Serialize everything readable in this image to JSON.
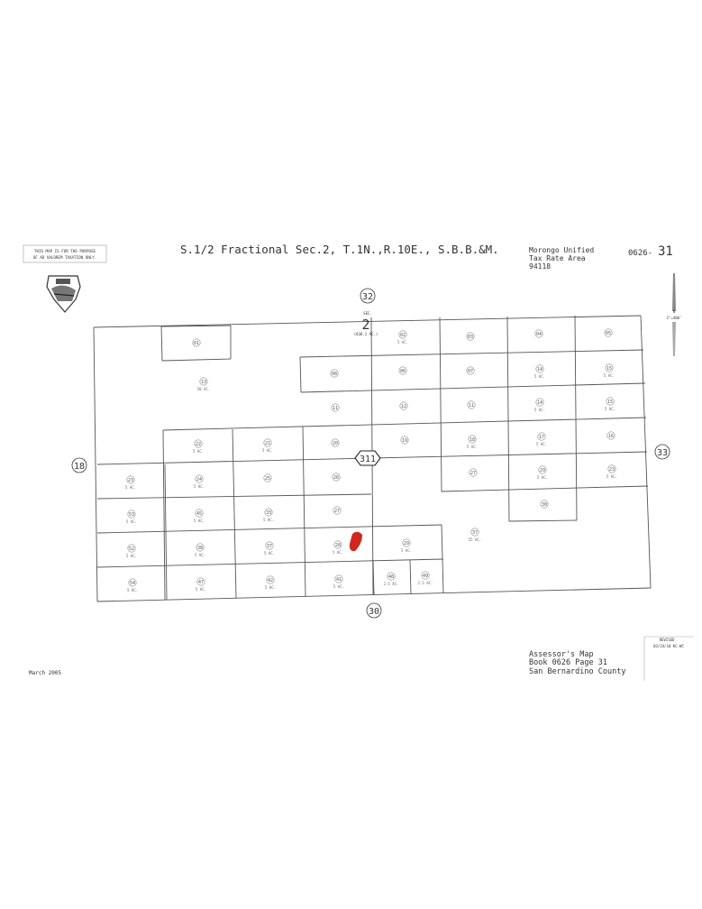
{
  "header": {
    "disclaimer_line1": "THIS MAP IS FOR THE PURPOSE",
    "disclaimer_line2": "OF AD VALOREM TAXATION ONLY.",
    "title": "S.1/2 Fractional Sec.2, T.1N.,R.10E., S.B.B.&M.",
    "district_line1": "Morongo Unified",
    "district_line2": "Tax Rate Area",
    "district_line3": "94118",
    "book_page_prefix": "0626-",
    "book_page_number": "31"
  },
  "map": {
    "section_label": "SEC.",
    "section_number": "2",
    "section_area": "(836.1 AC.)",
    "adjacent_sections": {
      "north": "32",
      "west": "18",
      "east": "33",
      "south": "30"
    },
    "road_label": "311",
    "highlight_color": "#d0281e",
    "parcels": [
      {
        "num": "01",
        "acres": ""
      },
      {
        "num": "13",
        "acres": "50 AC."
      },
      {
        "num": "08",
        "acres": ""
      },
      {
        "num": "11",
        "acres": ""
      },
      {
        "num": "20",
        "acres": ""
      },
      {
        "num": "02",
        "acres": "5 AC."
      },
      {
        "num": "06",
        "acres": ""
      },
      {
        "num": "12",
        "acres": ""
      },
      {
        "num": "19",
        "acres": ""
      },
      {
        "num": "03",
        "acres": ""
      },
      {
        "num": "07",
        "acres": ""
      },
      {
        "num": "11",
        "acres": ""
      },
      {
        "num": "18",
        "acres": "5 AC."
      },
      {
        "num": "27",
        "acres": ""
      },
      {
        "num": "04",
        "acres": ""
      },
      {
        "num": "14",
        "acres": "5 AC."
      },
      {
        "num": "14",
        "acres": "5 AC."
      },
      {
        "num": "17",
        "acres": "5 AC."
      },
      {
        "num": "29",
        "acres": "5 AC."
      },
      {
        "num": "30",
        "acres": ""
      },
      {
        "num": "05",
        "acres": ""
      },
      {
        "num": "15",
        "acres": "5 AC."
      },
      {
        "num": "15",
        "acres": "5 AC."
      },
      {
        "num": "16",
        "acres": ""
      },
      {
        "num": "23",
        "acres": "5 AC."
      },
      {
        "num": "22",
        "acres": "5 AC."
      },
      {
        "num": "21",
        "acres": "5 AC."
      },
      {
        "num": "23",
        "acres": "5 AC."
      },
      {
        "num": "24",
        "acres": "5 AC."
      },
      {
        "num": "25",
        "acres": ""
      },
      {
        "num": "26",
        "acres": ""
      },
      {
        "num": "53",
        "acres": "5 AC."
      },
      {
        "num": "45",
        "acres": "5 AC."
      },
      {
        "num": "33",
        "acres": "5 AC."
      },
      {
        "num": "27",
        "acres": ""
      },
      {
        "num": "52",
        "acres": "5 AC."
      },
      {
        "num": "38",
        "acres": "5 AC."
      },
      {
        "num": "37",
        "acres": "5 AC."
      },
      {
        "num": "28",
        "acres": "5 AC."
      },
      {
        "num": "29",
        "acres": "5 AC."
      },
      {
        "num": "54",
        "acres": "5 AC."
      },
      {
        "num": "47",
        "acres": "5 AC."
      },
      {
        "num": "42",
        "acres": "5 AC."
      },
      {
        "num": "41",
        "acres": "5 AC."
      },
      {
        "num": "48",
        "acres": "2.5 AC."
      },
      {
        "num": "49",
        "acres": "2.5 AC."
      },
      {
        "num": "37",
        "acres": "55 AC."
      }
    ]
  },
  "footer": {
    "date": "March 2005",
    "assessor_line1": "Assessor's Map",
    "assessor_line2": "Book 0626 Page 31",
    "assessor_line3": "San Bernardino County",
    "revised_line1": "REVISED",
    "revised_line2": "03/24/10 KC-WC"
  },
  "north_arrow": {
    "label": "N",
    "scale": "1\"=400'"
  }
}
